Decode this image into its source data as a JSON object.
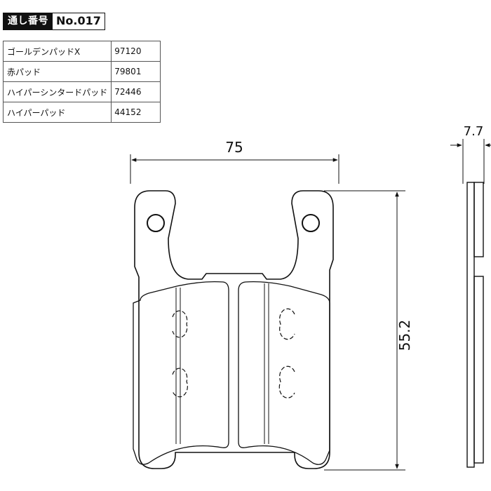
{
  "header": {
    "label": "通し番号",
    "number": "No.017"
  },
  "parts_table": [
    {
      "name": "ゴールデンパッドX",
      "code": "97120"
    },
    {
      "name": "赤パッド",
      "code": "79801"
    },
    {
      "name": "ハイパーシンタードパッド",
      "code": "72446"
    },
    {
      "name": "ハイパーパッド",
      "code": "44152"
    }
  ],
  "dimensions": {
    "width": "75",
    "height": "55.2",
    "thickness": "7.7"
  }
}
